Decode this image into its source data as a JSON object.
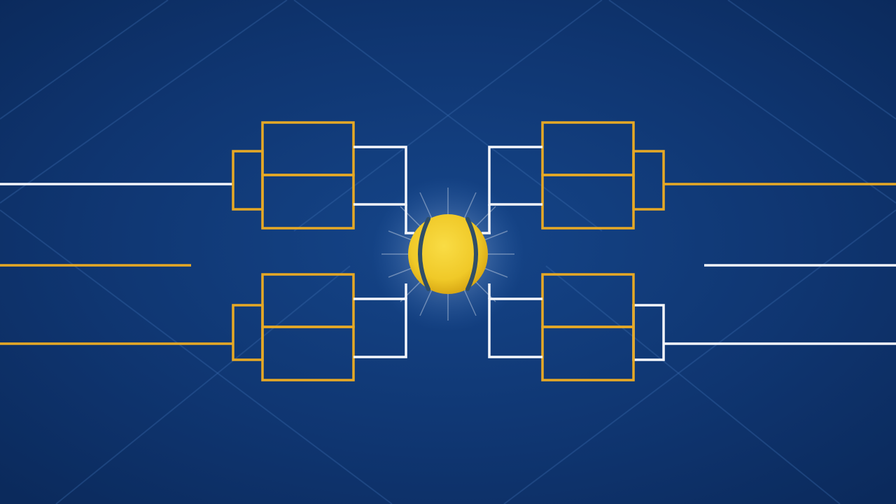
{
  "colors": {
    "background": "#0d3066",
    "background_center": "#134184",
    "gold": "#e7a925",
    "white": "#f4f6fb",
    "ball": "#f3cf2c",
    "ball_seam": "#2f4e68"
  },
  "icons": {
    "center": "tennis-ball-icon"
  },
  "bracket": {
    "matches_per_side": 4,
    "left_side_leads": [
      "white",
      "gold",
      "gold"
    ],
    "right_side_leads": [
      "gold",
      "white",
      "white"
    ]
  }
}
